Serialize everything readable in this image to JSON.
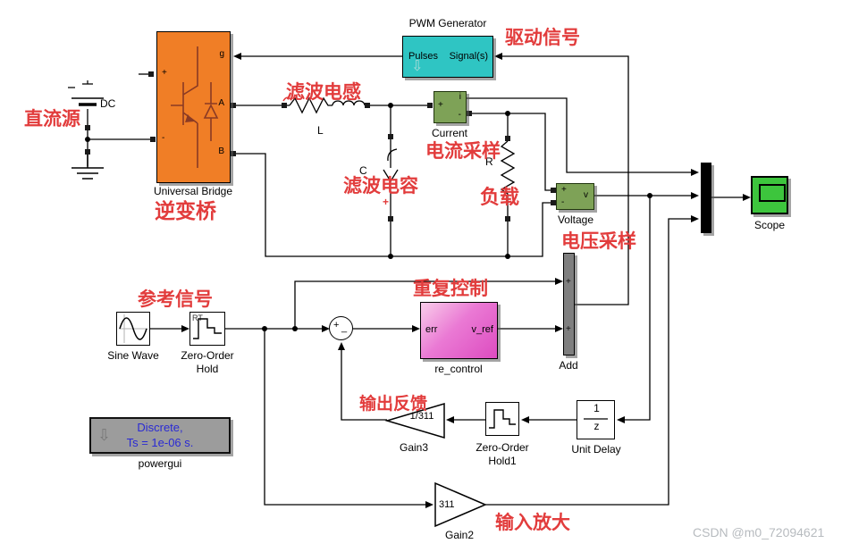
{
  "colors": {
    "bridge_orange": "#F07E26",
    "pwm_teal": "#2FC5C3",
    "measure_green": "#7EA257",
    "scope_green": "#3DC53D",
    "control_magenta": "#DD4CC0",
    "powergui_gray": "#9C9C9C",
    "annotation_red": "#E23C3C",
    "powergui_text_blue": "#2A2AD4"
  },
  "watermark": "CSDN @m0_72094621",
  "annotations": {
    "dc_source": "直流源",
    "inverter_bridge": "逆变桥",
    "drive_signal": "驱动信号",
    "filter_inductor": "滤波电感",
    "current_sampling": "电流采样",
    "filter_capacitor": "滤波电容",
    "load": "负载",
    "voltage_sampling": "电压采样",
    "reference_signal": "参考信号",
    "repetitive_control": "重复控制",
    "output_feedback": "输出反馈",
    "input_amplification": "输入放大"
  },
  "blocks": {
    "universal_bridge": {
      "label": "Universal Bridge",
      "port_g": "g",
      "port_a": "A",
      "port_b": "B",
      "port_plus": "+",
      "port_minus": "-"
    },
    "dc_source": {
      "label": "DC"
    },
    "pwm_generator": {
      "title": "PWM Generator",
      "port_pulses": "Pulses",
      "port_signals": "Signal(s)"
    },
    "inductor": {
      "label": "L"
    },
    "capacitor": {
      "label": "C",
      "polarity": "+"
    },
    "resistor": {
      "label": "R"
    },
    "current_measure": {
      "label": "Current",
      "port_plus": "+",
      "port_minus": "-",
      "port_i": "i"
    },
    "voltage_measure": {
      "label": "Voltage",
      "port_plus": "+",
      "port_minus": "-",
      "port_v": "v"
    },
    "scope": {
      "label": "Scope"
    },
    "sine_wave": {
      "label": "Sine Wave"
    },
    "zero_order_hold": {
      "label_line1": "Zero-Order",
      "label_line2": "Hold",
      "tag": "RT"
    },
    "sum": {
      "sign_plus": "+",
      "sign_minus": "_"
    },
    "re_control": {
      "label": "re_control",
      "port_in": "err",
      "port_out": "v_ref"
    },
    "add": {
      "label": "Add",
      "sign_top": "+",
      "sign_bottom": "+"
    },
    "gain3": {
      "value": "1/311",
      "label": "Gain3"
    },
    "zero_order_hold1": {
      "label_line1": "Zero-Order",
      "label_line2": "Hold1"
    },
    "unit_delay": {
      "label": "Unit Delay",
      "numerator": "1",
      "denominator": "z"
    },
    "gain2": {
      "value": "311",
      "label": "Gain2"
    },
    "powergui": {
      "text_line1": "Discrete,",
      "text_line2": "Ts = 1e-06 s.",
      "label": "powergui"
    }
  }
}
